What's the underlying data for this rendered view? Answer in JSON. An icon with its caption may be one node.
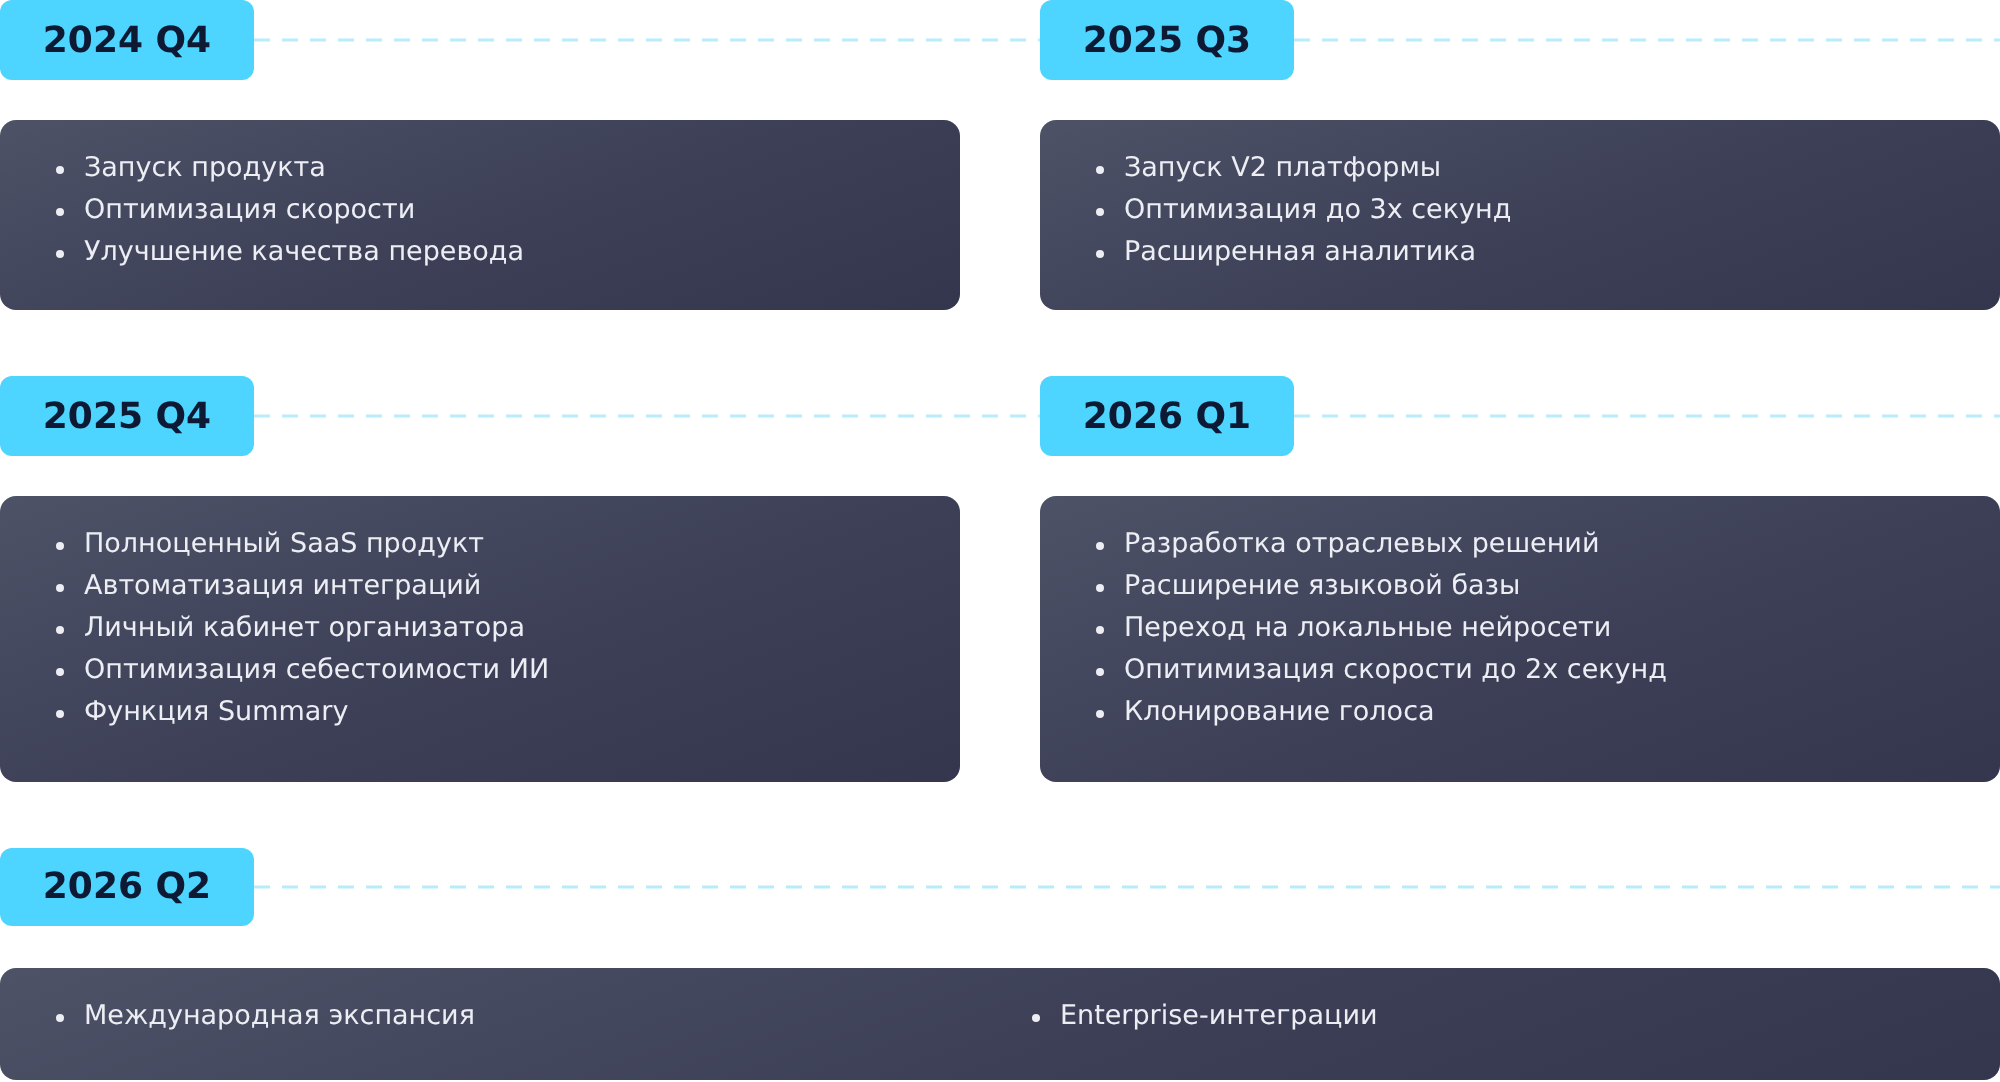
{
  "diagram": {
    "nodes": [
      {
        "text": [
          "2024 Q4"
        ]
      },
      {
        "text": [
          "2025 Q3"
        ]
      },
      {
        "text": [
          "Запуск продукта",
          "Оптимизация скорости",
          "Улучшение качества перевода"
        ]
      },
      {
        "text": [
          "Запуск V2 платформы",
          "Оптимизация до 3х секунд",
          "Расширенная аналитика"
        ]
      },
      {
        "text": [
          "2025 Q4"
        ]
      },
      {
        "text": [
          "2026 Q1"
        ]
      },
      {
        "text": [
          "Полноценный SaaS продукт",
          "Автоматизация интеграций",
          "Личный кабинет организатора",
          "Оптимизация себестоимости ИИ",
          "Функция Summary"
        ]
      },
      {
        "text": [
          "Разработка отраслевых решений",
          "Расширение языковой базы",
          "Переход на локальные нейросети",
          "Опитимизация скорости до 2х секунд",
          "Клонирование голоса"
        ]
      },
      {
        "text": [
          "2026 Q2"
        ]
      },
      {
        "text": [
          "Международная экспансия",
          "Enterprise-интеграции"
        ]
      }
    ],
    "edges": [
      {
        "from": 0,
        "to": 1,
        "arrow": "none",
        "style": "dashed"
      },
      {
        "from": 1,
        "to": null,
        "arrow": "none",
        "style": "dashed"
      },
      {
        "from": 4,
        "to": 5,
        "arrow": "none",
        "style": "dashed"
      },
      {
        "from": 5,
        "to": null,
        "arrow": "none",
        "style": "dashed"
      },
      {
        "from": 8,
        "to": null,
        "arrow": "none",
        "style": "dashed"
      }
    ]
  }
}
